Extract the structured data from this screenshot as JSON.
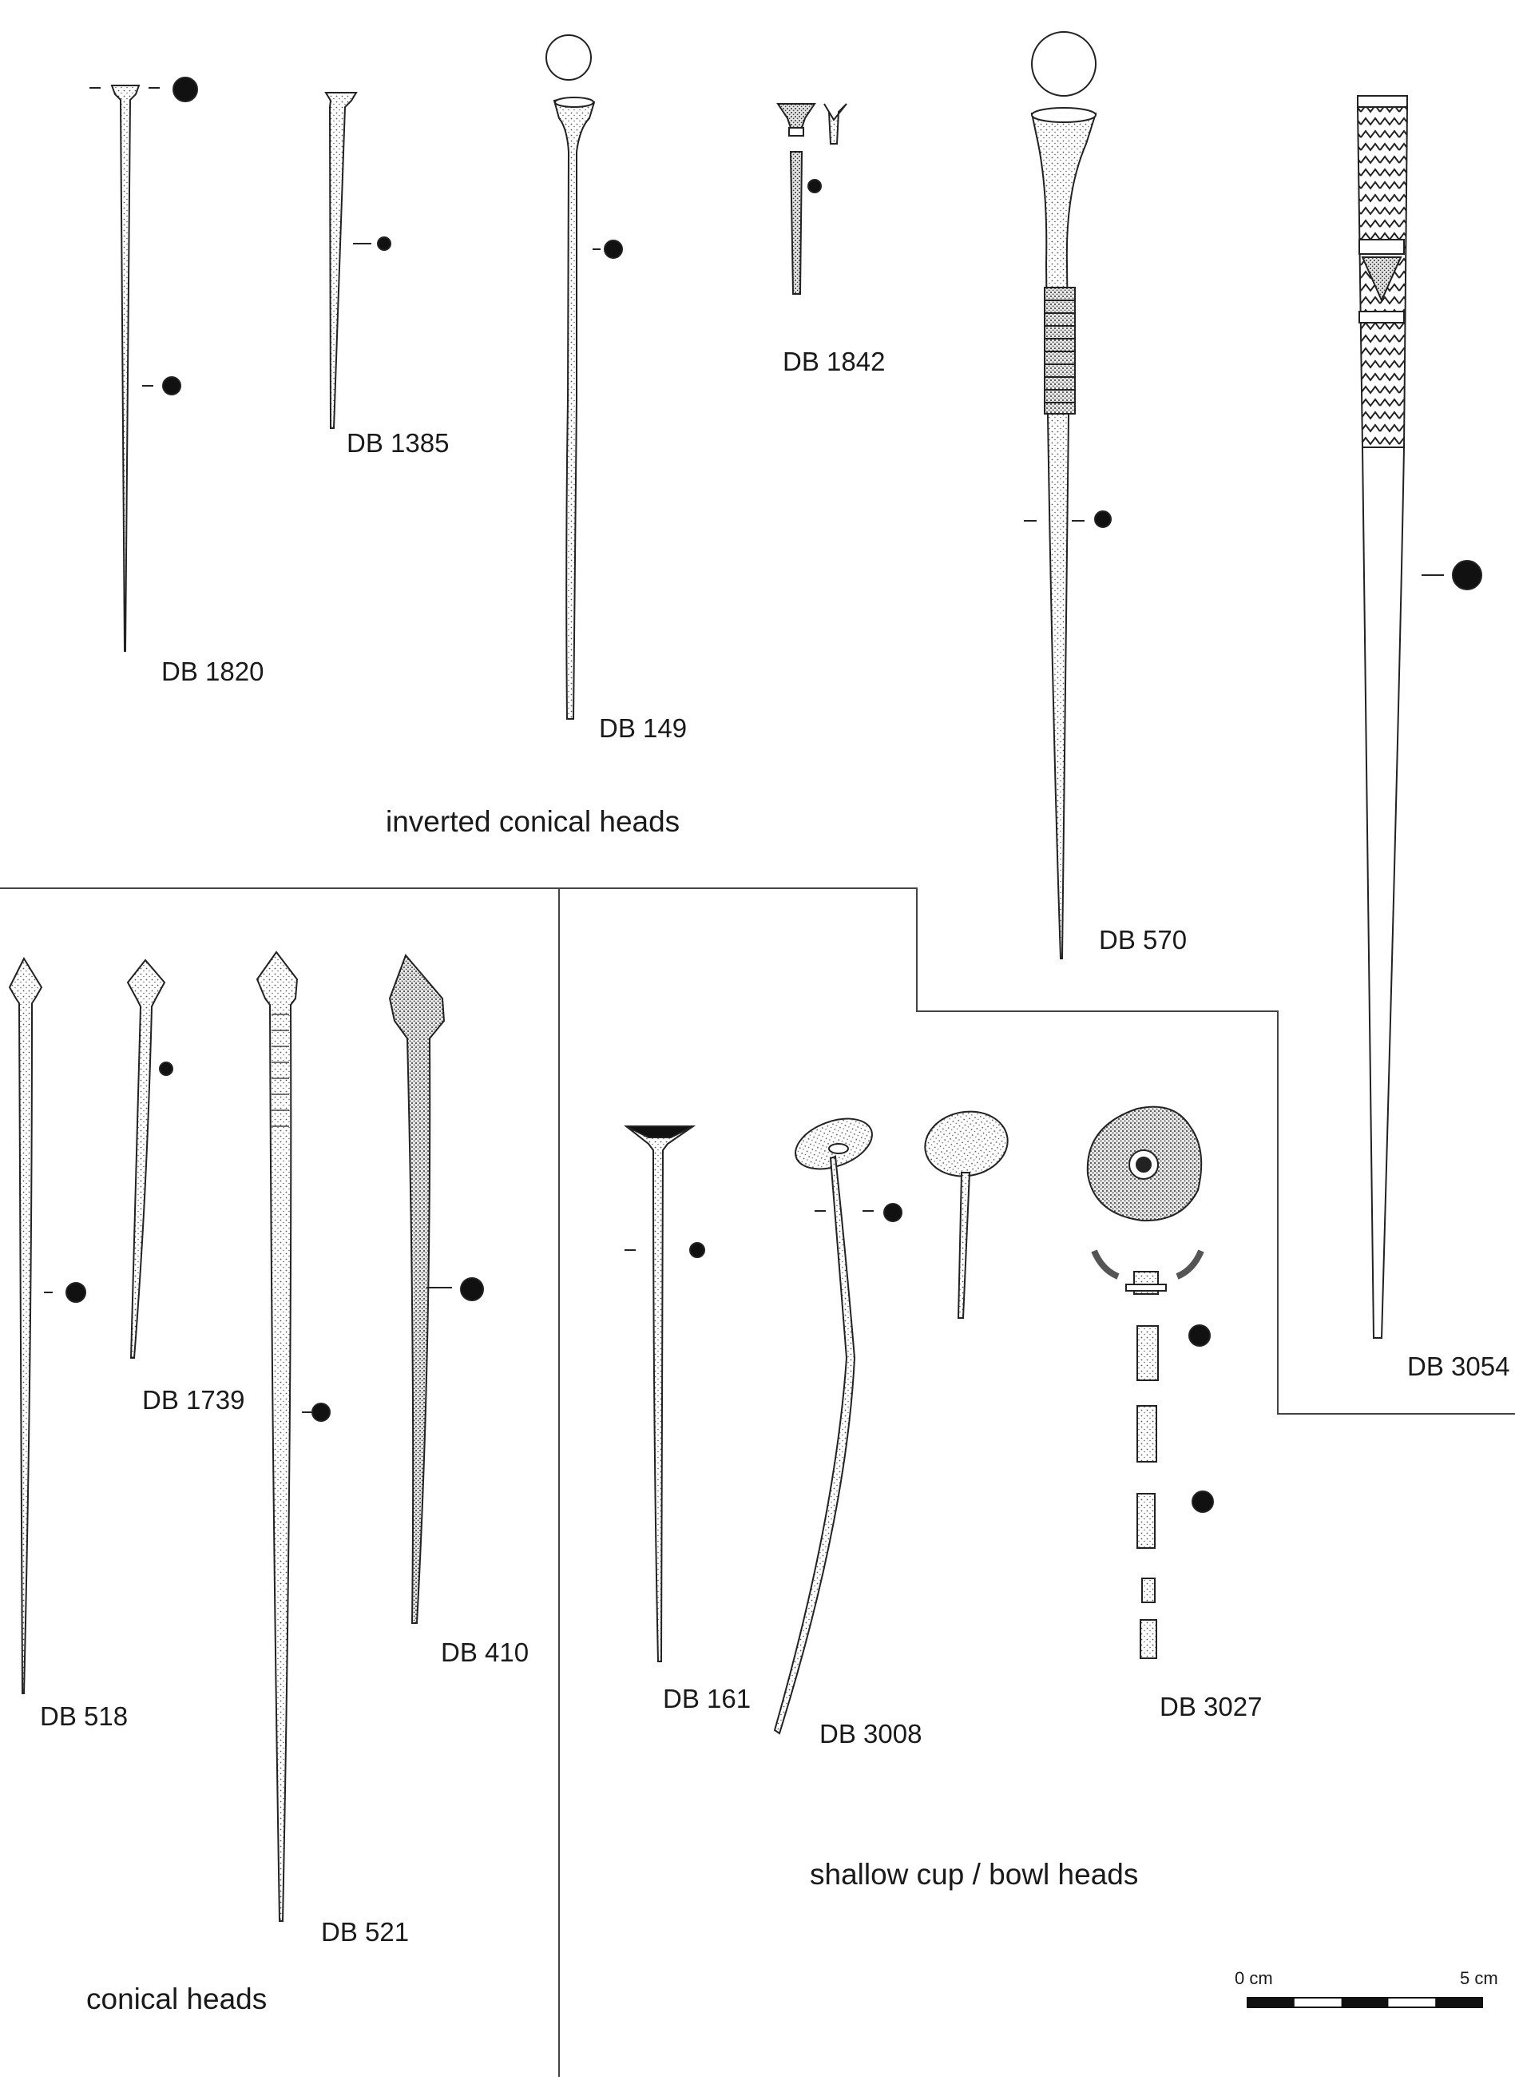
{
  "groups": {
    "inverted_conical": "inverted conical heads",
    "conical": "conical heads",
    "shallow_cup": "shallow cup / bowl heads"
  },
  "specimens": {
    "db1820": "DB 1820",
    "db1385": "DB 1385",
    "db149": "DB 149",
    "db1842": "DB 1842",
    "db570": "DB 570",
    "db3054": "DB 3054",
    "db518": "DB 518",
    "db1739": "DB 1739",
    "db521": "DB 521",
    "db410": "DB 410",
    "db161": "DB 161",
    "db3008": "DB 3008",
    "db3027": "DB 3027"
  },
  "scale": {
    "start_label": "0 cm",
    "end_label": "5 cm",
    "length_cm": 5,
    "segments": 5
  },
  "colors": {
    "ink": "#1a1a1a",
    "stipple": "#555555",
    "background": "#ffffff"
  }
}
